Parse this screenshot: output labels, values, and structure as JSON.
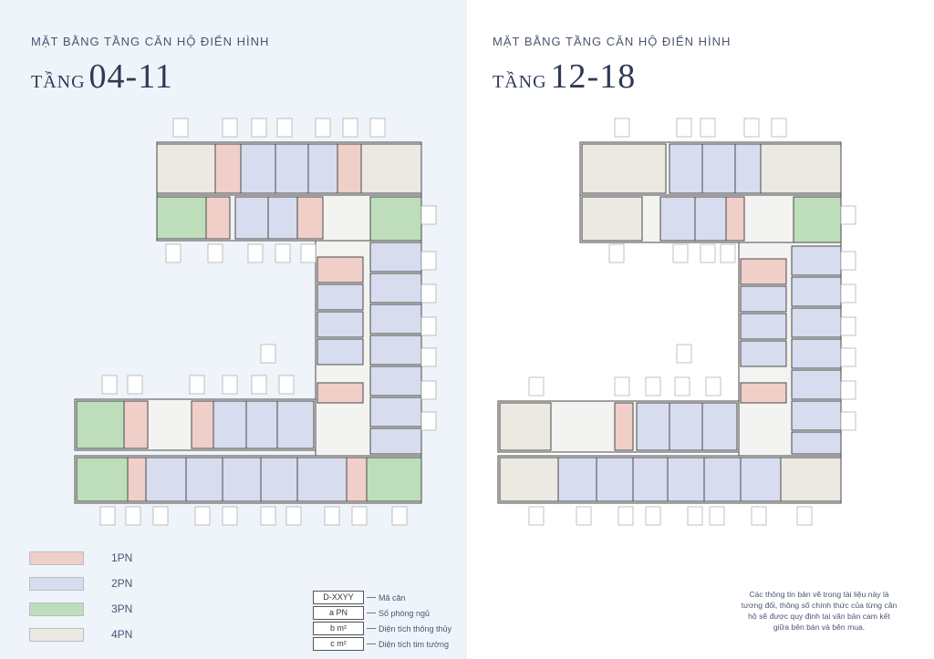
{
  "left": {
    "heading": "MẶT BẰNG TẦNG CĂN HỘ ĐIỂN HÌNH",
    "floor_prefix": "TẦNG",
    "floor_range": "04-11"
  },
  "right": {
    "heading": "MẶT BẰNG TẦNG CĂN HỘ ĐIỂN HÌNH",
    "floor_prefix": "TẦNG",
    "floor_range": "12-18"
  },
  "legend": [
    {
      "label": "1PN",
      "color": "#f0cfc9"
    },
    {
      "label": "2PN",
      "color": "#d8dcef"
    },
    {
      "label": "3PN",
      "color": "#bdddbb"
    },
    {
      "label": "4PN",
      "color": "#ebe9e2"
    }
  ],
  "key": [
    {
      "box": "D-XXYY",
      "label": "Mã căn"
    },
    {
      "box": "a PN",
      "label": "Số phòng ngủ"
    },
    {
      "box": "b m²",
      "label": "Diện tích thông thủy"
    },
    {
      "box": "c m²",
      "label": "Diện tích tim tường"
    }
  ],
  "note": "Các thông tin bản vẽ trong tài liệu này là tương đối, thông số chính thức của từng căn hộ sẽ được quy định tại văn bản cam kết giữa bên bán và bên mua."
}
